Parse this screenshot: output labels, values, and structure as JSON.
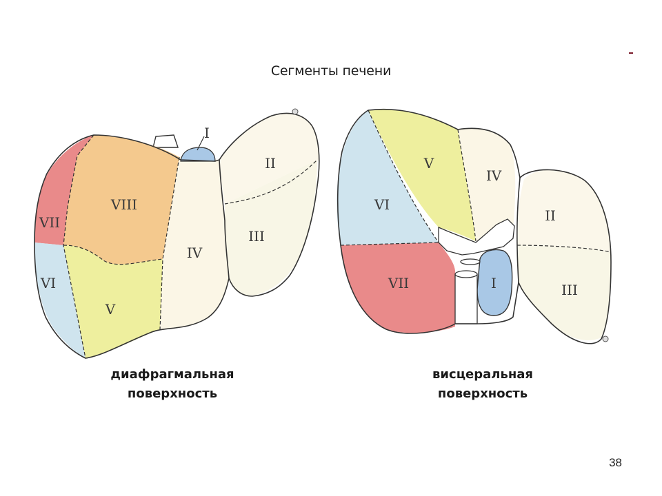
{
  "title": "Сегменты печени",
  "diaphragmatic": {
    "caption_line1": "диафрагмальная",
    "caption_line2": "поверхность",
    "segments": [
      "I",
      "II",
      "III",
      "IV",
      "V",
      "VI",
      "VII",
      "VIII"
    ]
  },
  "visceral": {
    "caption_line1": "висцеральная",
    "caption_line2": "поверхность",
    "segments": [
      "I",
      "II",
      "III",
      "IV",
      "V",
      "VI",
      "VII"
    ]
  },
  "page_number": "38",
  "colors": {
    "seg_I": "#a9c8e6",
    "seg_II": "#fbf7ea",
    "seg_III": "#f8f6e6",
    "seg_IV": "#fbf6e6",
    "seg_V": "#eeef9e",
    "seg_VI": "#cfe4ee",
    "seg_VII": "#e98a8a",
    "seg_VIII": "#f4c98e"
  }
}
